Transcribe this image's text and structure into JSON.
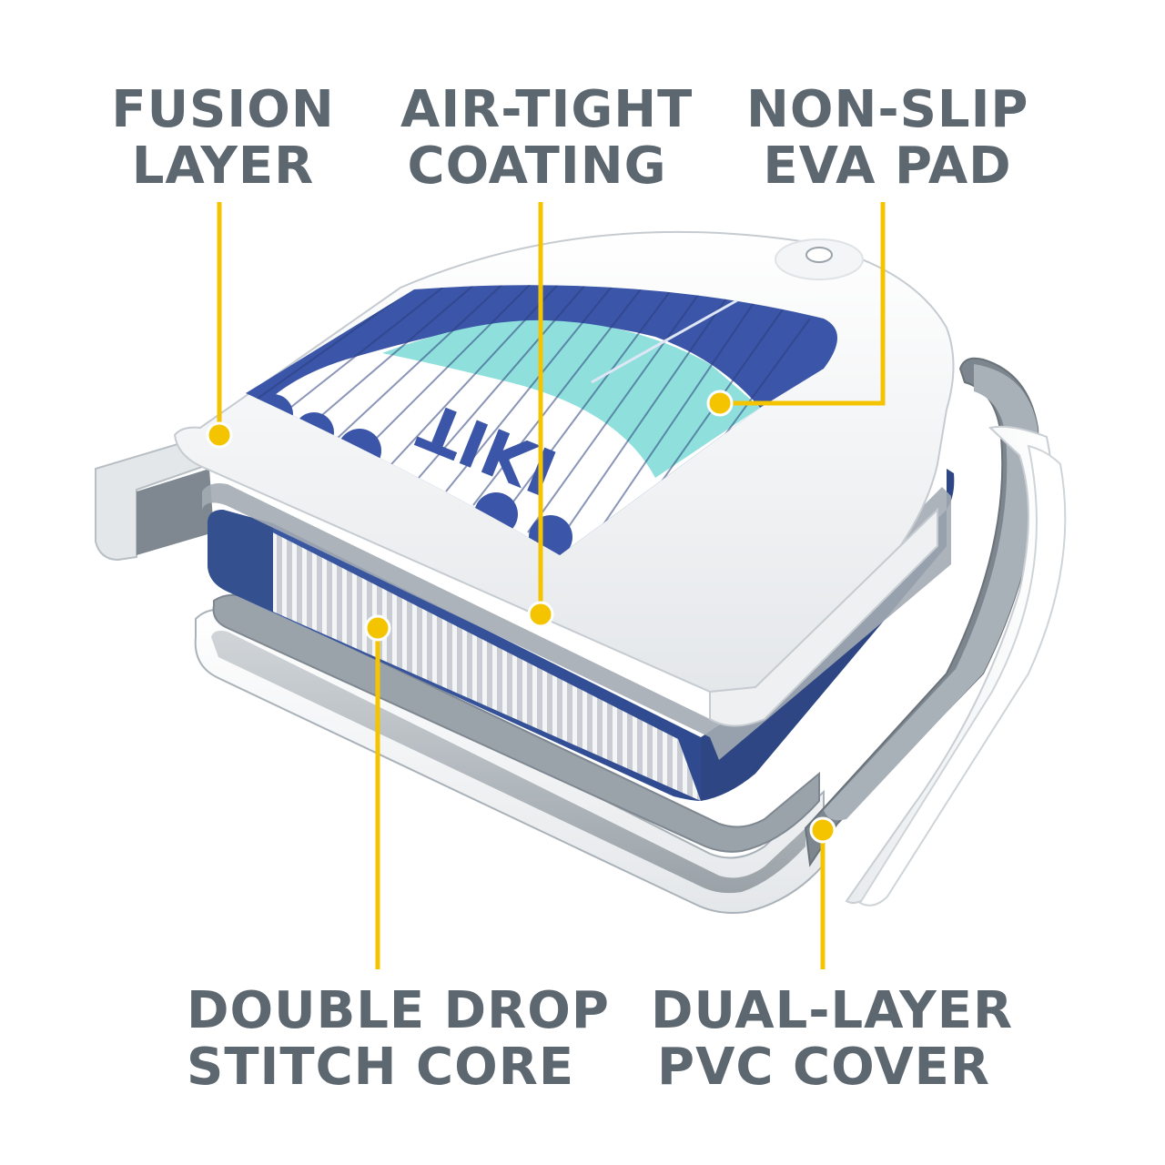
{
  "labels": {
    "fusion_layer": {
      "line1": "FUSION",
      "line2": "LAYER"
    },
    "air_tight": {
      "line1": "AIR-TIGHT",
      "line2": "COATING"
    },
    "eva_pad": {
      "line1": "NON-SLIP",
      "line2": "EVA PAD"
    },
    "drop_stitch": {
      "line1": "DOUBLE DROP",
      "line2": "STITCH CORE"
    },
    "pvc_cover": {
      "line1": "DUAL-LAYER",
      "line2": "PVC COVER"
    }
  },
  "brand_text": "TIKI",
  "colors": {
    "label_text": "#5d6770",
    "callout": "#f5c400",
    "deck_blue": "#3b56a8",
    "deck_teal": "#8fe0dc",
    "board_white": "#ffffff",
    "pvc_grey": "#8a949c"
  }
}
